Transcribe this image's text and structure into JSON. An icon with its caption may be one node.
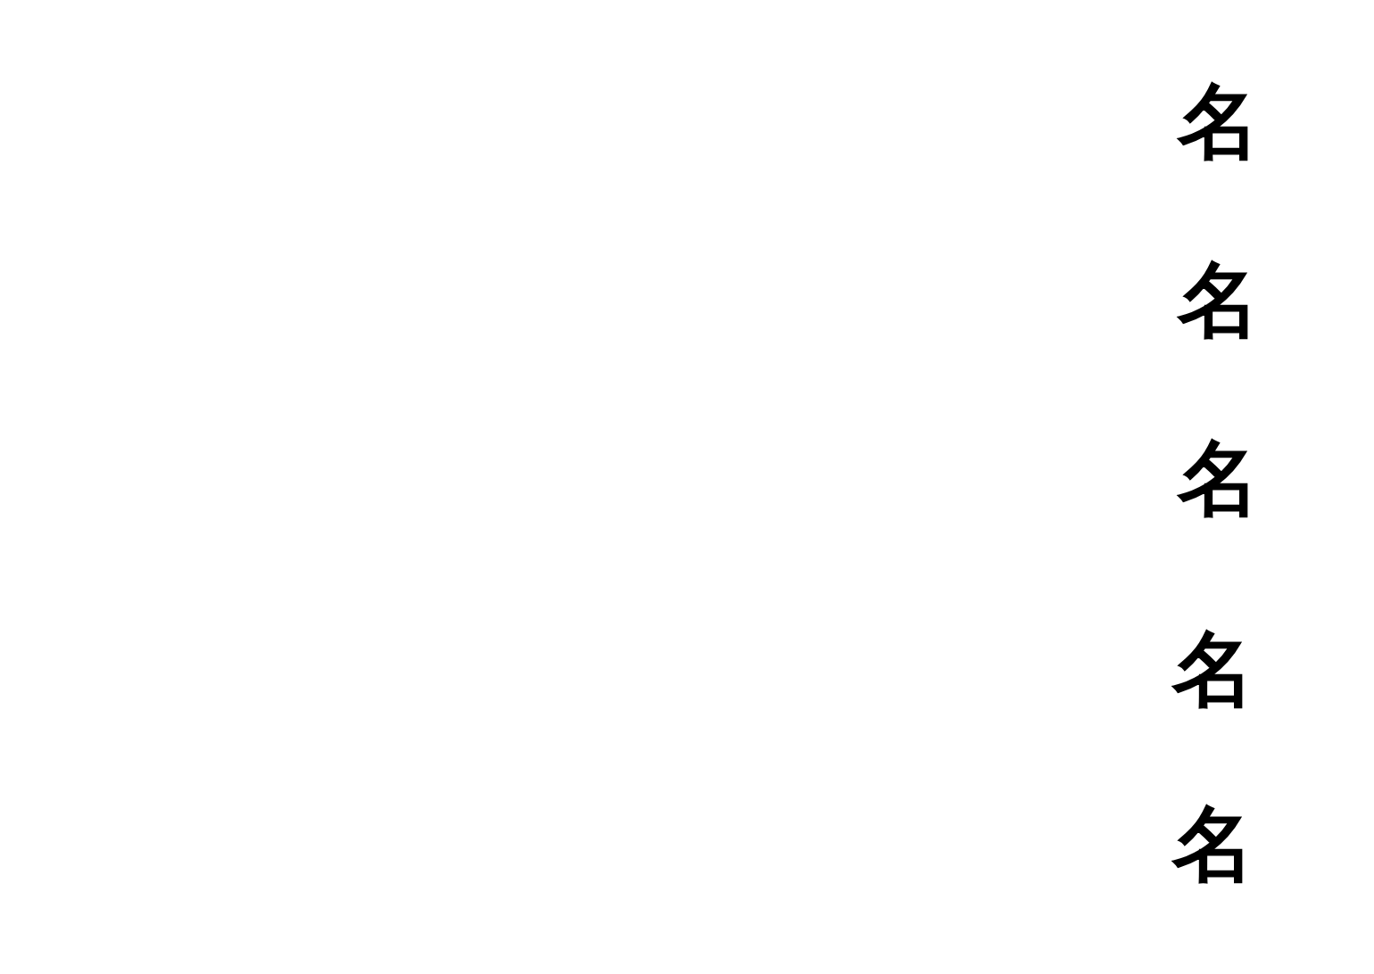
{
  "diagram": {
    "labels": [
      "名",
      "名",
      "名",
      "名",
      "名"
    ]
  }
}
